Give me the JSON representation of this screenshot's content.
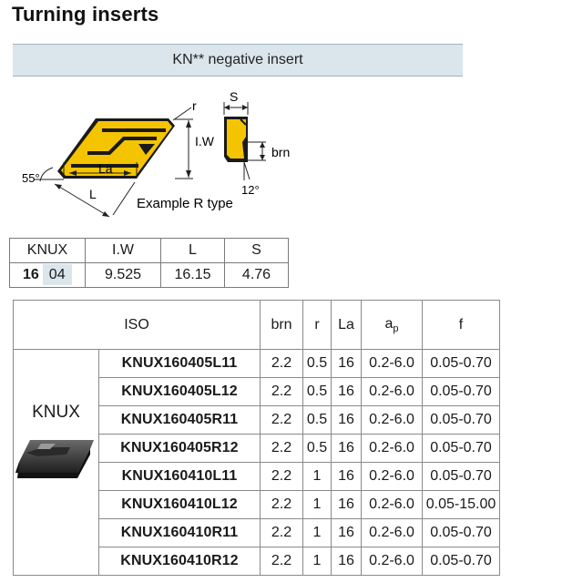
{
  "title": "Turning inserts",
  "banner": "KN** negative insert",
  "diagram": {
    "label_r": "r",
    "label_iw": "I.W",
    "label_s": "S",
    "label_brn": "brn",
    "label_angle1": "55°",
    "label_la": "La",
    "label_l": "L",
    "label_angle2": "12°",
    "caption": "Example R type",
    "insert_color": "#f4c400"
  },
  "dims_table": {
    "headers": [
      "KNUX",
      "I.W",
      "L",
      "S"
    ],
    "code_bold": "16",
    "code_grey": "04",
    "values": [
      "9.525",
      "16.15",
      "4.76"
    ]
  },
  "main_table": {
    "headers": {
      "iso": "ISO",
      "brn": "brn",
      "r": "r",
      "la": "La",
      "ap_base": "a",
      "ap_sub": "p",
      "f": "f"
    },
    "group_label": "KNUX",
    "rows": [
      {
        "iso": "KNUX160405L11",
        "brn": "2.2",
        "r": "0.5",
        "la": "16",
        "ap": "0.2-6.0",
        "f": "0.05-0.70"
      },
      {
        "iso": "KNUX160405L12",
        "brn": "2.2",
        "r": "0.5",
        "la": "16",
        "ap": "0.2-6.0",
        "f": "0.05-0.70"
      },
      {
        "iso": "KNUX160405R11",
        "brn": "2.2",
        "r": "0.5",
        "la": "16",
        "ap": "0.2-6.0",
        "f": "0.05-0.70"
      },
      {
        "iso": "KNUX160405R12",
        "brn": "2.2",
        "r": "0.5",
        "la": "16",
        "ap": "0.2-6.0",
        "f": "0.05-0.70"
      },
      {
        "iso": "KNUX160410L11",
        "brn": "2.2",
        "r": "1",
        "la": "16",
        "ap": "0.2-6.0",
        "f": "0.05-0.70"
      },
      {
        "iso": "KNUX160410L12",
        "brn": "2.2",
        "r": "1",
        "la": "16",
        "ap": "0.2-6.0",
        "f": "0.05-15.00"
      },
      {
        "iso": "KNUX160410R11",
        "brn": "2.2",
        "r": "1",
        "la": "16",
        "ap": "0.2-6.0",
        "f": "0.05-0.70"
      },
      {
        "iso": "KNUX160410R12",
        "brn": "2.2",
        "r": "1",
        "la": "16",
        "ap": "0.2-6.0",
        "f": "0.05-0.70"
      }
    ]
  }
}
